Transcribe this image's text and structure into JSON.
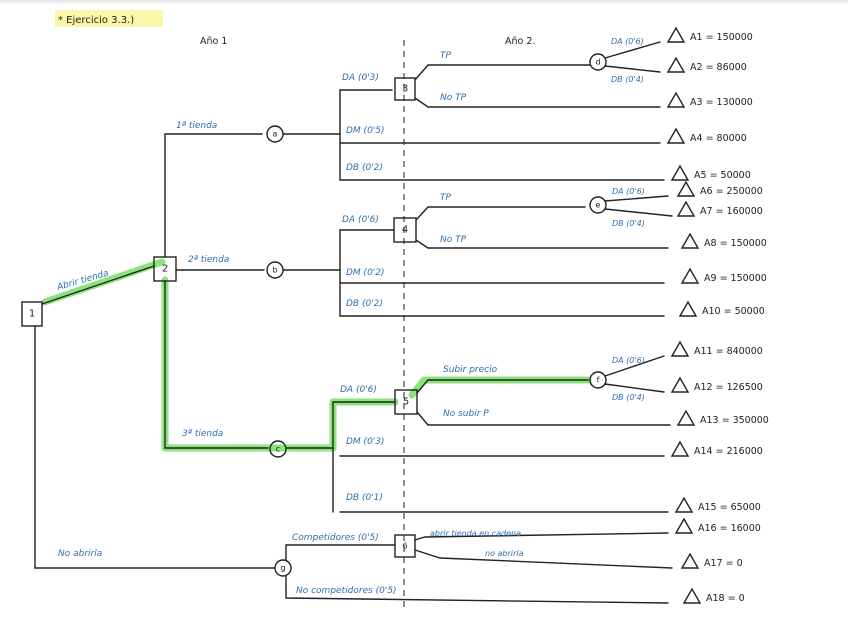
{
  "title": "* Ejercicio 3.3.)",
  "headers": {
    "year1": "Año 1",
    "year2": "Año 2."
  },
  "highlight_color": "#7fe06a",
  "label_color": "#2f6fae",
  "nodes": {
    "n1": "1",
    "n2": "2",
    "n3": "3",
    "n4": "4",
    "n5": "5",
    "n6": "6",
    "a": "a",
    "b": "b",
    "c": "c",
    "d": "d",
    "e": "e",
    "f": "f",
    "g": "g"
  },
  "branches": {
    "abrir_tienda": "Abrir tienda",
    "no_abrir": "No abrirla",
    "t1": "1ª tienda",
    "t2": "2ª tienda",
    "t3": "3ª tienda",
    "a_da": "DA (0'3)",
    "a_dm": "DM (0'5)",
    "a_db": "DB (0'2)",
    "b_da": "DA (0'6)",
    "b_dm": "DM (0'2)",
    "b_db": "DB (0'2)",
    "c_da": "DA (0'6)",
    "c_dm": "DM (0'3)",
    "c_db": "DB (0'1)",
    "n3_tp": "TP",
    "n3_notp": "No TP",
    "n4_tp": "TP",
    "n4_notp": "No TP",
    "n5_sube": "Subir precio",
    "n5_nosube": "No subir P",
    "d_da": "DA (0'6)",
    "d_db": "DB (0'4)",
    "e_da": "DA (0'6)",
    "e_db": "DB (0'4)",
    "f_da": "DA (0'6)",
    "f_db": "DB (0'4)",
    "g_comp": "Competidores (0'5)",
    "g_nocomp": "No competidores (0'5)",
    "n6_abrir": "abrir tienda en cadena",
    "n6_no": "no abrirla"
  },
  "outcomes": [
    {
      "label": "A1 = 150000"
    },
    {
      "label": "A2 = 86000"
    },
    {
      "label": "A3 = 130000"
    },
    {
      "label": "A4 = 80000"
    },
    {
      "label": "A5 = 50000"
    },
    {
      "label": "A6 = 250000"
    },
    {
      "label": "A7 = 160000"
    },
    {
      "label": "A8 = 150000"
    },
    {
      "label": "A9 = 150000"
    },
    {
      "label": "A10 = 50000"
    },
    {
      "label": "A11 = 840000"
    },
    {
      "label": "A12 = 126500"
    },
    {
      "label": "A13 = 350000"
    },
    {
      "label": "A14 = 216000"
    },
    {
      "label": "A15 = 65000"
    },
    {
      "label": "A16 = 16000"
    },
    {
      "label": "A17 = 0"
    },
    {
      "label": "A18 = 0"
    }
  ]
}
